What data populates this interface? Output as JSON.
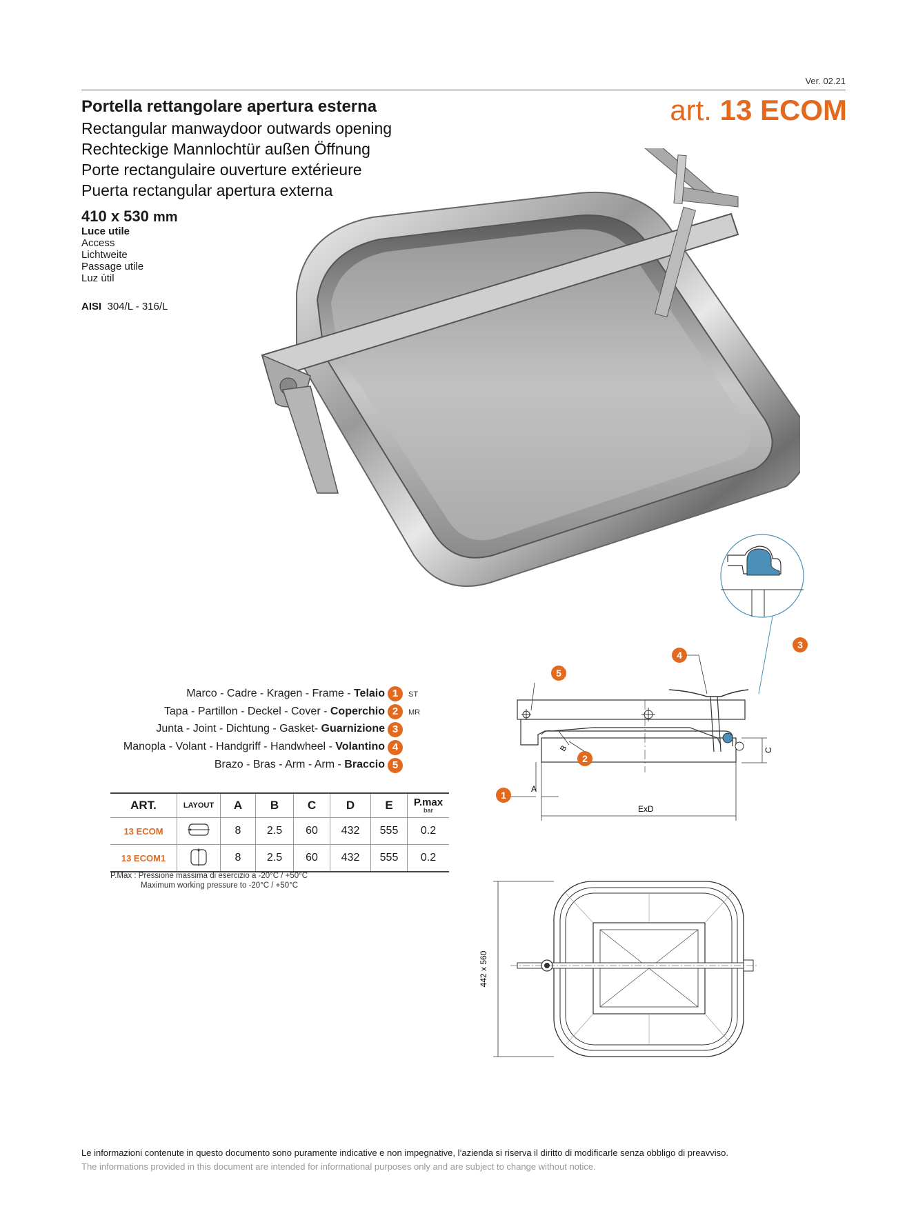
{
  "header": {
    "version": "Ver. 02.21",
    "title_it": "Portella rettangolare apertura esterna",
    "subtitles": [
      "Rectangular manwaydoor outwards opening",
      "Rechteckige Mannlochtür außen Öffnung",
      "Porte rectangulaire ouverture extérieure",
      "Puerta rectangular apertura externa"
    ],
    "art_prefix": "art.",
    "art_code": "13 ECOM"
  },
  "spec": {
    "size_value": "410 x 530",
    "size_unit": "mm",
    "luce_labels": [
      "Luce utile",
      "Access",
      "Lichtweite",
      "Passage utile",
      "Luz ùtil"
    ],
    "aisi_label": "AISI",
    "aisi_value": "304/L - 316/L"
  },
  "legend": [
    {
      "text": "Marco - Cadre - Kragen - Frame - ",
      "bold": "Telaio",
      "num": "1",
      "tag": "ST"
    },
    {
      "text": "Tapa - Partillon - Deckel - Cover - ",
      "bold": "Coperchio",
      "num": "2",
      "tag": "MR"
    },
    {
      "text": "Junta - Joint - Dichtung - Gasket- ",
      "bold": "Guarnizione",
      "num": "3",
      "tag": ""
    },
    {
      "text": "Manopla - Volant - Handgriff - Handwheel - ",
      "bold": "Volantino",
      "num": "4",
      "tag": ""
    },
    {
      "text": "Brazo - Bras - Arm - Arm - ",
      "bold": "Braccio",
      "num": "5",
      "tag": ""
    }
  ],
  "table": {
    "headers": [
      "ART.",
      "LAYOUT",
      "A",
      "B",
      "C",
      "D",
      "E",
      "P.max"
    ],
    "pmax_unit": "bar",
    "rows": [
      {
        "art": "13 ECOM",
        "layout": "horizontal",
        "a": "8",
        "b": "2.5",
        "c": "60",
        "d": "432",
        "e": "555",
        "pmax": "0.2"
      },
      {
        "art": "13 ECOM1",
        "layout": "vertical",
        "a": "8",
        "b": "2.5",
        "c": "60",
        "d": "432",
        "e": "555",
        "pmax": "0.2"
      }
    ]
  },
  "notes": {
    "pmax_it": "P.Max : Pressione massima di esercizio a -20°C / +50°C",
    "pmax_en": "Maximum working pressure to -20°C / +50°C"
  },
  "drawing": {
    "label_a": "A",
    "label_b": "B",
    "label_c": "C",
    "label_exd": "ExD",
    "label_vertical": "442 x 560",
    "callouts": [
      "1",
      "2",
      "3",
      "4",
      "5"
    ]
  },
  "colors": {
    "accent": "#e2691e",
    "gasket": "#4a90b8"
  },
  "footer": {
    "it": "Le informazioni contenute in questo documento sono puramente indicative e non impegnative, l’azienda si riserva il diritto di modificarle senza obbligo di preavviso.",
    "en": "The informations provided in this document are intended for informational purposes only and are subject to change without notice."
  }
}
